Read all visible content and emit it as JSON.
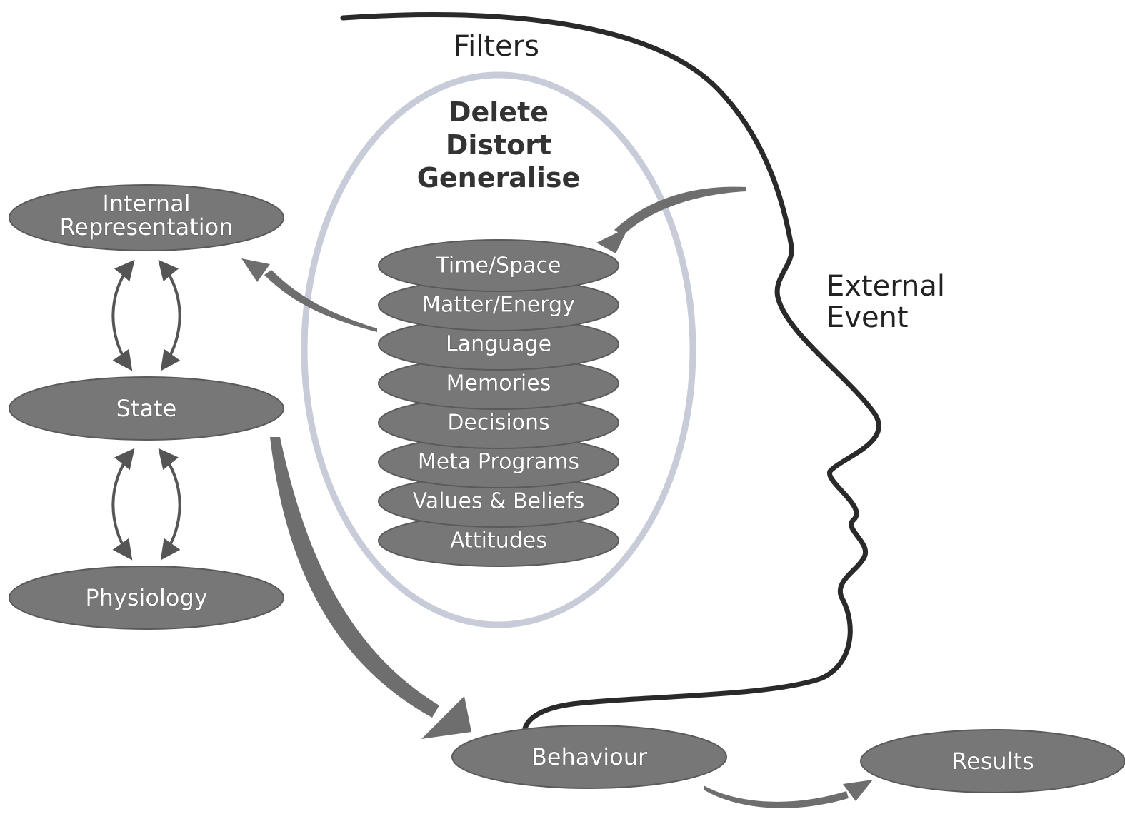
{
  "labels": {
    "filters": "Filters",
    "delete": "Delete",
    "distort": "Distort",
    "generalise": "Generalise",
    "external_line1": "External",
    "external_line2": "Event"
  },
  "nodes": {
    "internal_line1": "Internal",
    "internal_line2": "Representation",
    "state": "State",
    "physiology": "Physiology",
    "behaviour": "Behaviour",
    "results": "Results"
  },
  "filters_list": [
    "Time/Space",
    "Matter/Energy",
    "Language",
    "Memories",
    "Decisions",
    "Meta Programs",
    "Values & Beliefs",
    "Attitudes"
  ],
  "colors": {
    "node_fill": "#777777",
    "filter_ellipse": "#c8ccd8",
    "outline": "#2a2a2a",
    "arrow": "#6e6e6e"
  }
}
